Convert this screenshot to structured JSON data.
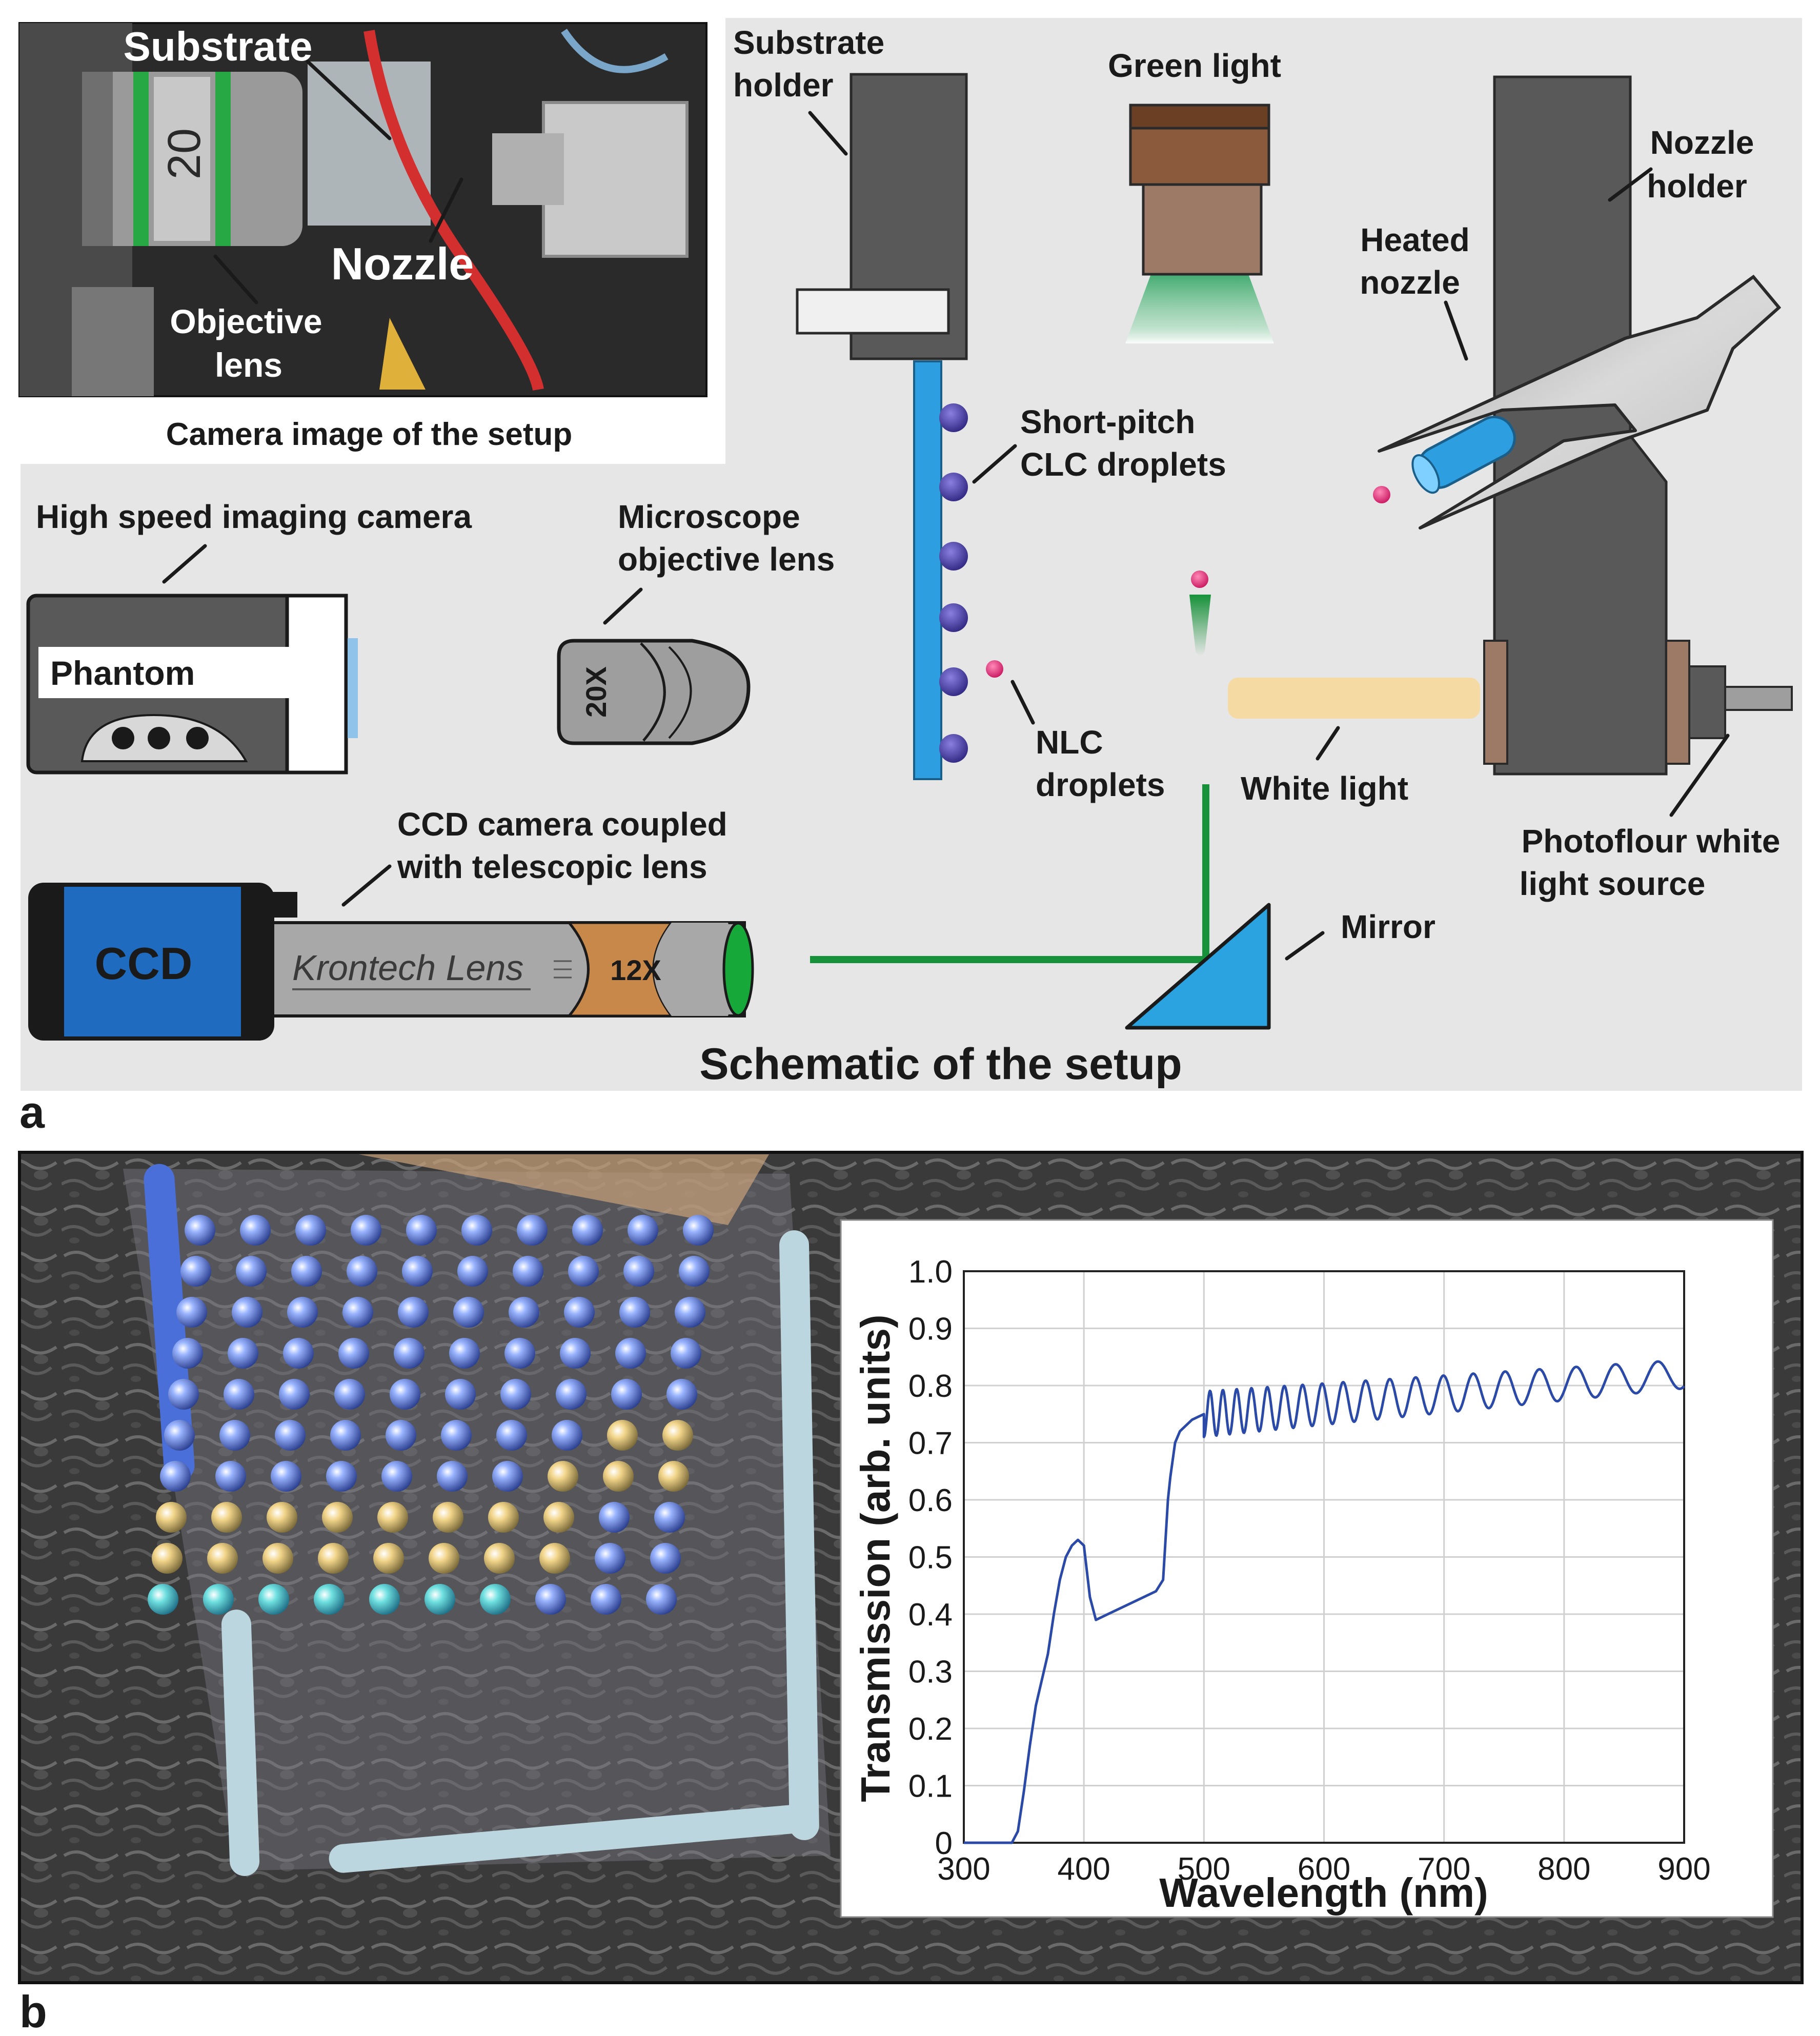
{
  "panel_a": {
    "letter": "a",
    "schematic_title": "Schematic of the setup",
    "photo_caption": "Camera image of the setup",
    "photo_labels": {
      "substrate": "Substrate",
      "nozzle": "Nozzle",
      "objective_l1": "Objective",
      "objective_l2": "lens",
      "lens_marking": "20"
    },
    "labels": {
      "substrate_holder_l1": "Substrate",
      "substrate_holder_l2": "holder",
      "green_light": "Green light",
      "nozzle_holder_l1": "Nozzle",
      "nozzle_holder_l2": "holder",
      "heated_nozzle_l1": "Heated",
      "heated_nozzle_l2": "nozzle",
      "clc_l1": "Short-pitch",
      "clc_l2": "CLC droplets",
      "hs_camera": "High speed imaging camera",
      "microscope_l1": "Microscope",
      "microscope_l2": "objective lens",
      "nlc_l1": "NLC",
      "nlc_l2": "droplets",
      "white_light": "White light",
      "photoflour_l1": "Photoflour white",
      "photoflour_l2": "light source",
      "ccd_l1": "CCD camera coupled",
      "ccd_l2": "with telescopic lens",
      "mirror": "Mirror"
    },
    "device_text": {
      "phantom": "Phantom",
      "objective_mag": "20X",
      "ccd": "CCD",
      "lens_brand": "Krontech Lens",
      "lens_mag": "12X"
    },
    "colors": {
      "schematic_bg": "#e6e6e6",
      "holder_gray": "#595959",
      "substrate_blue": "#2d9fe0",
      "clc_droplet": "#4a3f9b",
      "nlc_droplet": "#e8327c",
      "green_beam": "#17913a",
      "green_cone": "#4fbf7f",
      "green_light_box": "#8b5a3c",
      "white_light": "#f5dba3",
      "source_brown": "#9c7a66",
      "ccd_blue": "#1f6bbf",
      "lens_orange": "#c8884a",
      "mirror_blue": "#2aa3e0"
    }
  },
  "panel_b": {
    "letter": "b",
    "chart_data": {
      "type": "line",
      "xlabel": "Wavelength (nm)",
      "ylabel": "Transmission (arb. units)",
      "xlim": [
        300,
        900
      ],
      "ylim": [
        0,
        1.0
      ],
      "x_ticks": [
        300,
        400,
        500,
        600,
        700,
        800,
        900
      ],
      "y_ticks": [
        0,
        0.1,
        0.2,
        0.3,
        0.4,
        0.5,
        0.6,
        0.7,
        0.8,
        0.9,
        1.0
      ],
      "y_tick_labels": [
        "0",
        "0.1",
        "0.2",
        "0.3",
        "0.4",
        "0.5",
        "0.6",
        "0.7",
        "0.8",
        "0.9",
        "1.0"
      ],
      "grid": true,
      "line_color": "#2b4aa8",
      "series": [
        {
          "x": [
            300,
            320,
            340,
            345,
            350,
            355,
            360,
            370,
            375,
            380,
            385,
            390,
            395,
            400,
            405,
            410,
            420,
            440,
            460,
            466,
            470,
            472,
            476,
            480,
            485,
            490,
            495,
            500
          ],
          "values": [
            0,
            0,
            0,
            0.02,
            0.09,
            0.17,
            0.24,
            0.33,
            0.4,
            0.46,
            0.5,
            0.52,
            0.53,
            0.52,
            0.43,
            0.39,
            0.4,
            0.42,
            0.44,
            0.46,
            0.6,
            0.64,
            0.7,
            0.72,
            0.73,
            0.74,
            0.745,
            0.75
          ]
        }
      ],
      "oscillation": {
        "x_start": 500,
        "x_end": 900,
        "center": 0.77,
        "amplitude_start": 0.04,
        "amplitude_end": 0.025,
        "period_start_nm": 10,
        "period_end_nm": 38
      }
    }
  }
}
